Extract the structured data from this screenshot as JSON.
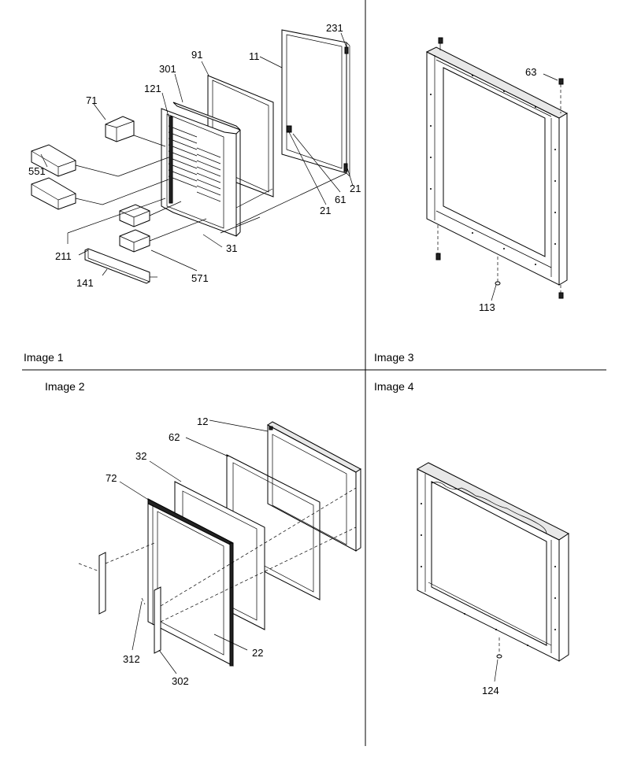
{
  "panels": {
    "image1": {
      "caption": "Image 1",
      "callouts": {
        "p231": "231",
        "p11": "11",
        "p91": "91",
        "p301": "301",
        "p71": "71",
        "p121": "121",
        "p551": "551",
        "p61": "61",
        "p21a": "21",
        "p21b": "21",
        "p31": "31",
        "p211": "211",
        "p571": "571",
        "p141": "141"
      }
    },
    "image2": {
      "caption": "Image 2",
      "callouts": {
        "p12": "12",
        "p62": "62",
        "p32": "32",
        "p72": "72",
        "p22": "22",
        "p312": "312",
        "p302": "302"
      }
    },
    "image3": {
      "caption": "Image 3",
      "callouts": {
        "p63": "63",
        "p113": "113"
      }
    },
    "image4": {
      "caption": "Image 4",
      "callouts": {
        "p124": "124"
      }
    }
  }
}
